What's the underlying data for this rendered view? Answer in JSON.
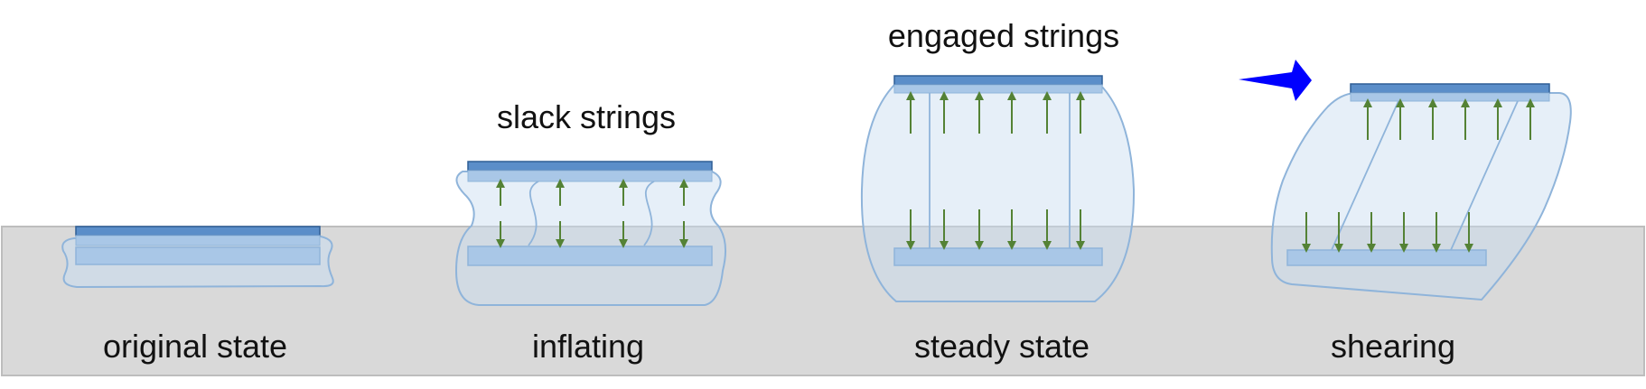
{
  "labels": {
    "original_state": "original state",
    "inflating": "inflating",
    "steady_state": "steady state",
    "shearing": "shearing",
    "slack_strings": "slack strings",
    "engaged_strings": "engaged strings"
  },
  "colors": {
    "ground": "#d9d9d9",
    "ground_border": "#bdbdbd",
    "plate": "#5b8ec9",
    "plate_border": "#2f5f96",
    "fabric_fill": "#c8dcf0",
    "fabric_border": "#8fb4da",
    "arrow": "#548235",
    "shear_arrow": "#0000ff"
  },
  "icons": {
    "shear_direction": "arrow-right-icon"
  }
}
